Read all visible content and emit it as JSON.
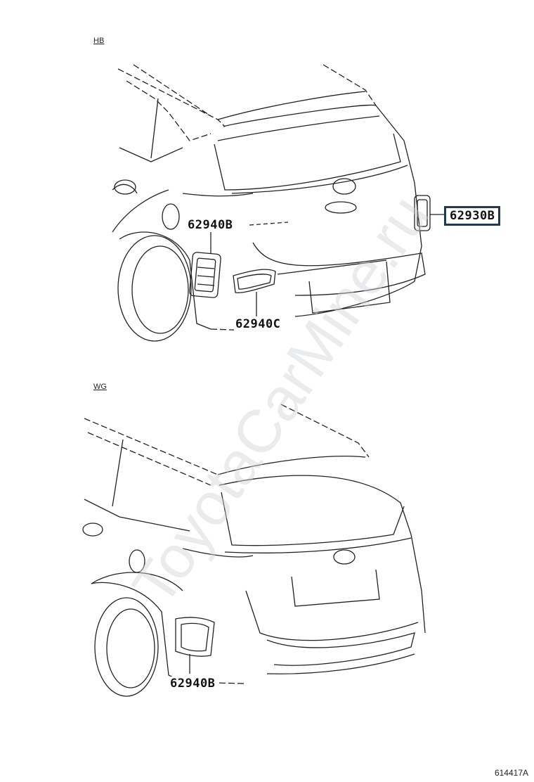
{
  "variants": {
    "hb": "HB",
    "wg": "WG"
  },
  "callouts": {
    "hb_62940b": "62940B",
    "hb_62930b": "62930B",
    "hb_62940c": "62940C",
    "wg_62940b": "62940B"
  },
  "figure_id": "614417A",
  "watermark": "ToyotaCarMine.ru",
  "colors": {
    "callout_box_border": "#1e3a55",
    "line": "#222222",
    "watermark": "#cfd3d6"
  }
}
